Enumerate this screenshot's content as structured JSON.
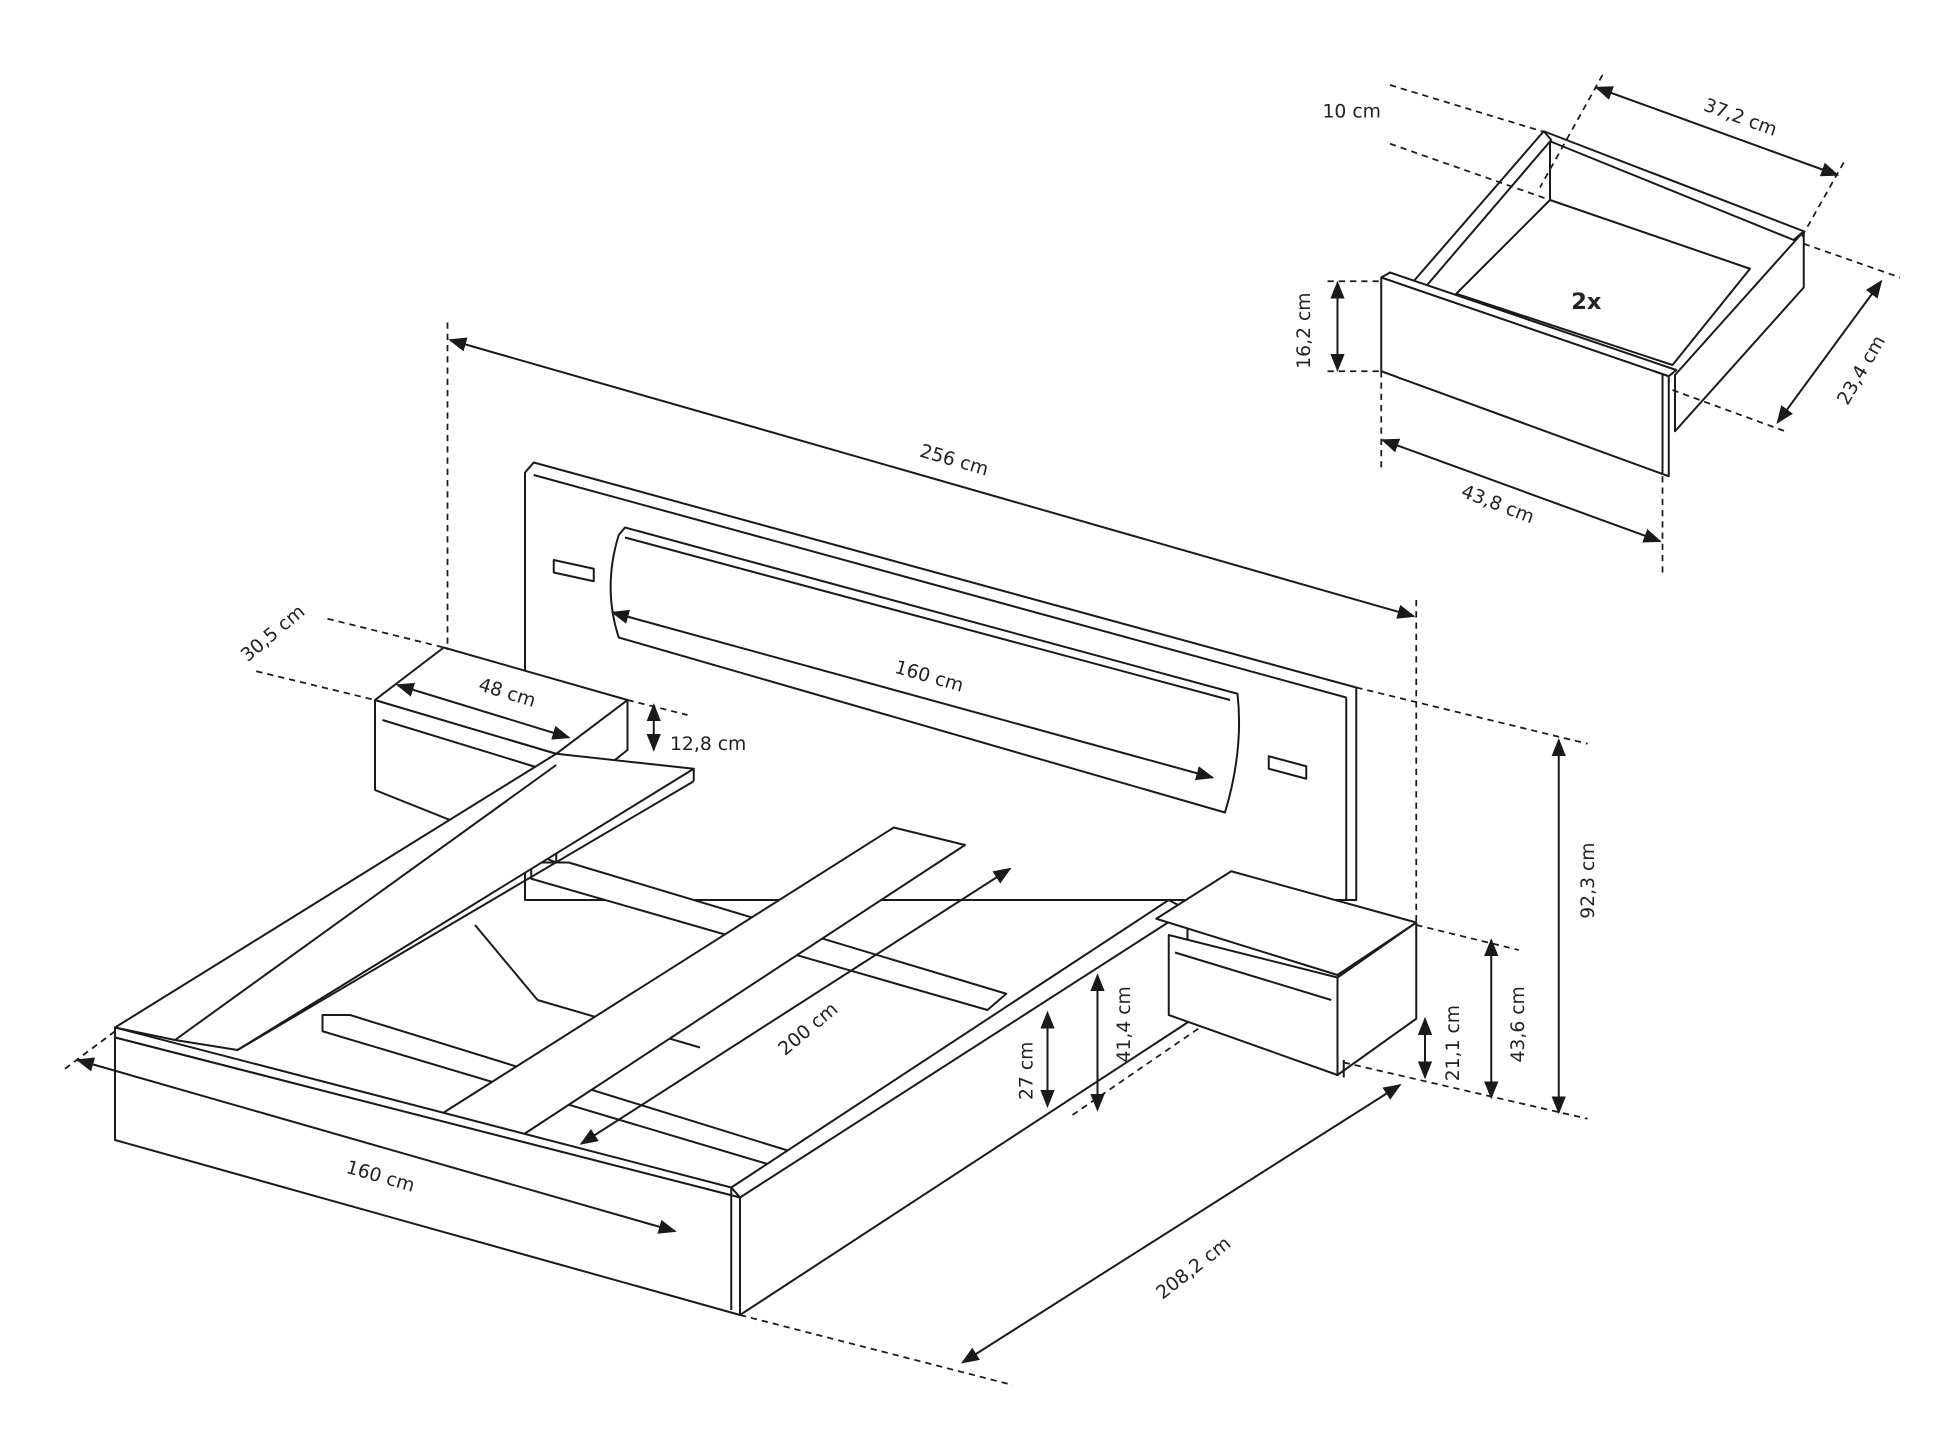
{
  "drawer": {
    "count": "2x",
    "labels": {
      "height_offset": "10 cm",
      "inner_width": "37,2 cm",
      "depth": "23,4 cm",
      "height": "16,2 cm",
      "front_width": "43,8 cm"
    }
  },
  "bed": {
    "labels": {
      "total_width": "256 cm",
      "panel_width": "160 cm",
      "nightstand_depth": "30,5 cm",
      "nightstand_width": "48 cm",
      "nightstand_top": "12,8 cm",
      "mattress_length": "200 cm",
      "mattress_width": "160 cm",
      "frame_height": "27 cm",
      "side_height": "41,4 cm",
      "floor_gap": "21,1 cm",
      "nightstand_height": "43,6 cm",
      "headboard_height": "92,3 cm",
      "total_length": "208,2 cm"
    }
  }
}
